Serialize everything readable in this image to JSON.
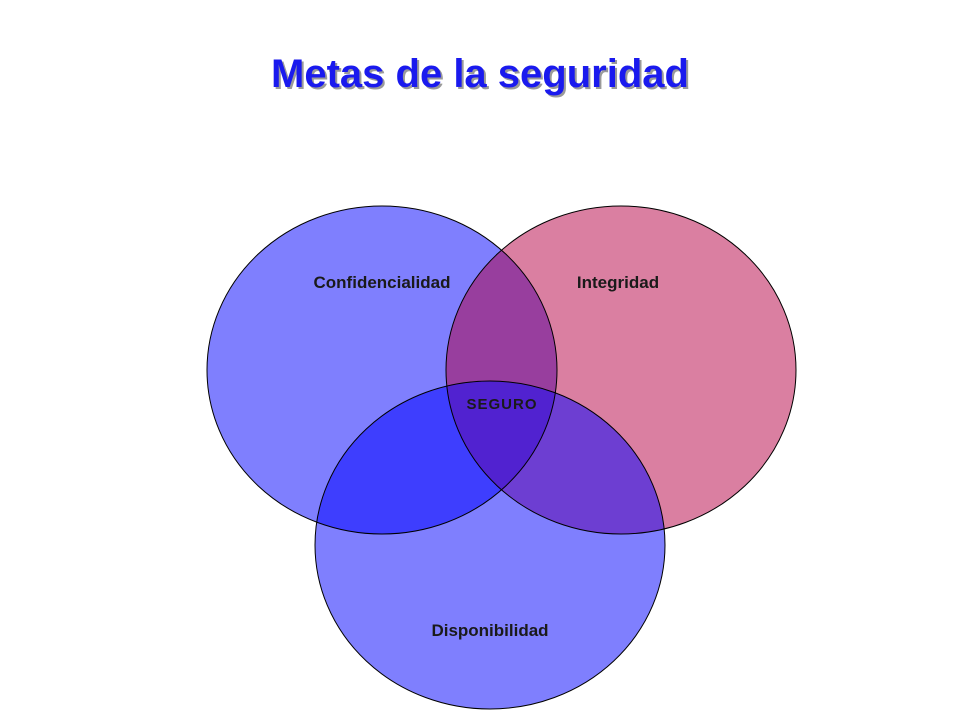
{
  "slide": {
    "title": "Metas de la seguridad"
  },
  "diagram": {
    "sets": [
      {
        "id": "confidencialidad",
        "label": "Confidencialidad",
        "color": "#7f7ffe"
      },
      {
        "id": "integridad",
        "label": "Integridad",
        "color": "#da7fa1"
      },
      {
        "id": "disponibilidad",
        "label": "Disponibilidad",
        "color": "#7f7ffe"
      }
    ],
    "regions": {
      "confidencialidad_integridad": "#983e9e",
      "confidencialidad_disponibilidad": "#3e3efe",
      "integridad_disponibilidad": "#6d3ed2",
      "all_three": "#5122d0"
    },
    "center_label": "SEGURO",
    "outline_color": "#000000"
  }
}
